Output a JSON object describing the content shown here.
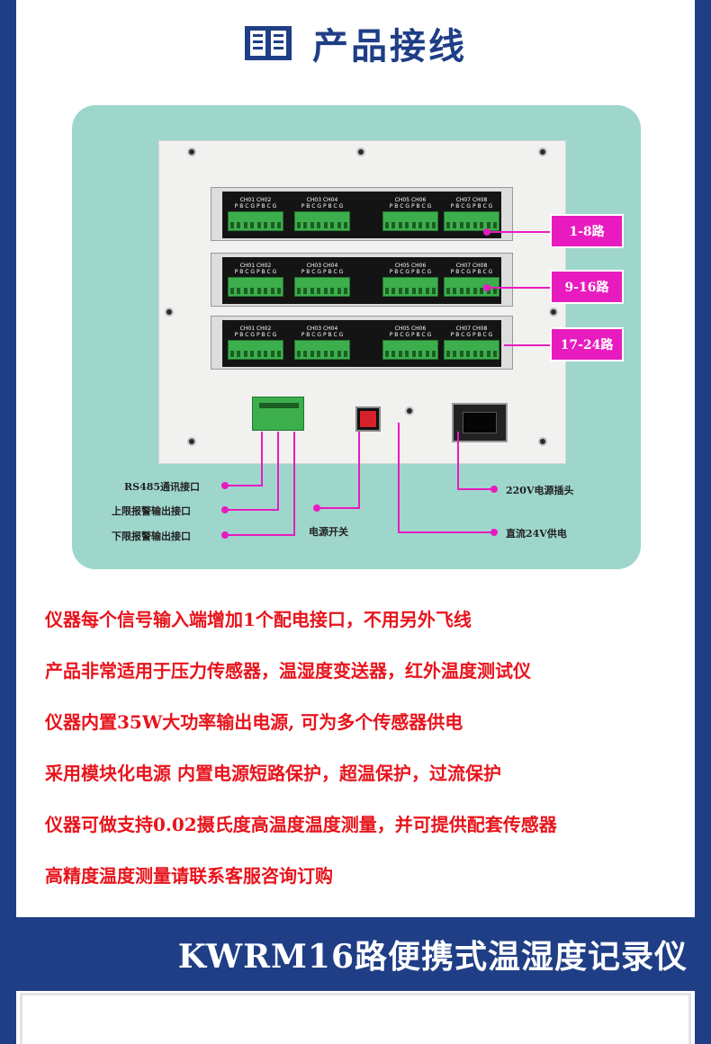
{
  "title": "产品接线",
  "icon": "book-icon",
  "tags": [
    "1-8路",
    "9-16路",
    "17-24路"
  ],
  "channel_labels": [
    {
      "ch": "CH01 CH02",
      "pins": "P B C G P B C G"
    },
    {
      "ch": "CH03 CH04",
      "pins": "P B C G P B C G"
    },
    {
      "ch": "CH05 CH06",
      "pins": "P B C G P B C G"
    },
    {
      "ch": "CH07 CH08",
      "pins": "P B C G P B C G"
    }
  ],
  "callouts": {
    "rs485": "RS485通讯接口",
    "upper_alarm": "上限报警输出接口",
    "lower_alarm": "下限报警输出接口",
    "power_switch": "电源开关",
    "ac_socket": "220V电源插头",
    "dc_supply": "直流24V供电"
  },
  "features": [
    "仪器每个信号输入端增加1个配电接口，不用另外飞线",
    "产品非常适用于压力传感器，温湿度变送器，红外温度测试仪",
    "仪器内置35W大功率输出电源, 可为多个传感器供电",
    "采用模块化电源 内置电源短路保护，超温保护，过流保护",
    "仪器可做支持0.02摄氏度高温度温度测量，并可提供配套传感器",
    "高精度温度测量请联系客服咨询订购"
  ],
  "banner": "KWRM16路便携式温湿度记录仪",
  "colors": {
    "navy": "#1f3e86",
    "magenta": "#e81bbf",
    "red": "#e8141c",
    "panel": "#9ed6cc"
  }
}
